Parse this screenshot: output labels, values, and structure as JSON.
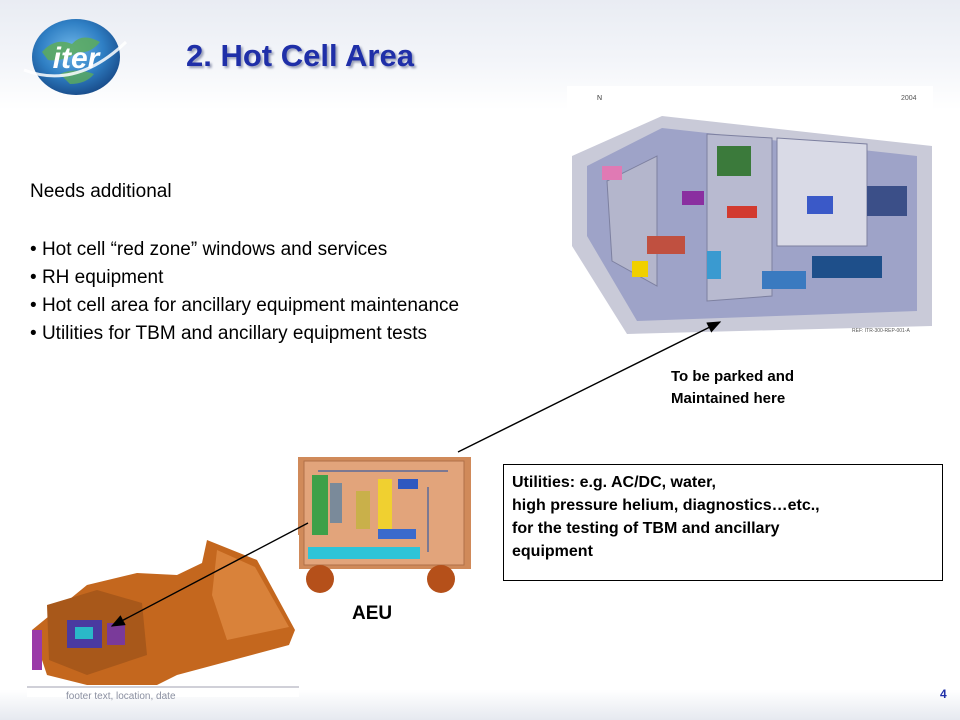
{
  "slide": {
    "title": "2. Hot Cell Area",
    "logo_text": "iter",
    "intro": "Needs additional",
    "bullets": [
      "Hot cell “red zone” windows and services",
      "RH equipment",
      "Hot cell area for ancillary equipment maintenance",
      "Utilities for TBM and ancillary equipment tests"
    ],
    "building_image": {
      "north_marker": "N",
      "year": "2004",
      "ref": "REF: ITR-300-REP-001-A"
    },
    "park_note": [
      "To be parked and",
      "Maintained here"
    ],
    "aeu_label": "AEU",
    "utilities_box": [
      "Utilities: e.g. AC/DC, water,",
      "high pressure helium, diagnostics…etc.,",
      "for the testing of TBM and ancillary",
      "equipment"
    ],
    "footer": "footer text, location, date",
    "page_number": "4"
  },
  "colors": {
    "title": "#1f2fa8",
    "building_floor": "#9ea3c8",
    "wall": "#c8c9d8",
    "copper": "#c4671e",
    "aeu_wheel": "#b5501a"
  },
  "icons": {
    "logo": "iter-globe-logo",
    "building": "hot-cell-building-3d-image",
    "aeu": "aeu-cart-image",
    "cell": "tokamak-cell-image"
  }
}
